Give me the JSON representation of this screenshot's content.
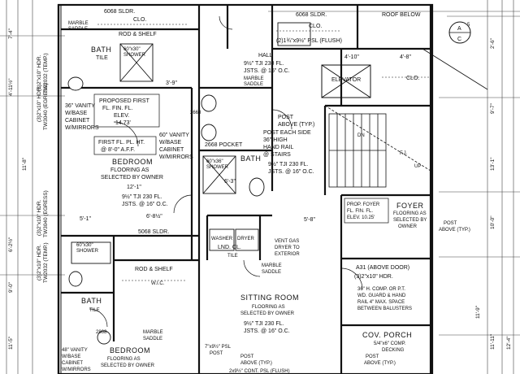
{
  "plan": {
    "rooms": {
      "bedroom_upper": "BEDROOM",
      "bedroom_lower": "BEDROOM",
      "bath_upper": "BATH",
      "bath_center": "BATH",
      "bath_lower": "BATH",
      "hall": "HALL",
      "foyer": "FOYER",
      "sitting_room": "SITTING ROOM",
      "lnd_cl": "LND. CL.",
      "elevator": "ELEVATOR",
      "cov_porch": "COV. PORCH",
      "wic": "W.I.C."
    },
    "notes": {
      "clo_top": "CLO.",
      "clo_hall": "CLO.",
      "clo_right": "CLO.",
      "sldr_top_left": "6068 SLDR.",
      "sldr_top_right": "6068 SLDR.",
      "sldr_mid": "5068 SLDR.",
      "marble_saddle_top": "MARBLE",
      "marble_saddle_top2": "SADDLE",
      "rod_shelf_top": "ROD & SHELF",
      "tile_top": "TILE",
      "shower_top": "60\"x30\"",
      "shower_top2": "SHOWER",
      "vanity_upper_1": "36\" VANITY",
      "vanity_upper_2": "W/BASE",
      "vanity_upper_3": "CABINET",
      "vanity_upper_4": "W/MIRRORS",
      "proposed_1": "PROPOSED FIRST",
      "proposed_2": "FL. FIN. FL.",
      "proposed_3": "ELEV.",
      "proposed_4": "14.73'",
      "first_fl_1": "FIRST FL. PL. HT.",
      "first_fl_2": "@ 8'-0\" A.F.F.",
      "vanity60_1": "60\" VANITY",
      "vanity60_2": "W/BASE",
      "vanity60_3": "CABINET",
      "vanity60_4": "W/MIRRORS",
      "flooring_bed_1": "FLOORING AS",
      "flooring_bed_2": "SELECTED BY OWNER",
      "dim_bed": "12'-1\"",
      "tji_bed_1": "9½\" TJI 230 FL.",
      "tji_bed_2": "JSTS. @ 16\" O.C.",
      "dim_5_1": "5'-1\"",
      "dim_6_8": "6'-8½\"",
      "pocket": "2668 POCKET",
      "shower_center": "60\"x36\"",
      "shower_center2": "SHOWER",
      "dim_6_3": "6'-3\"",
      "washer": "WASHER",
      "dryer": "DRYER",
      "tile_lnd": "TILE",
      "tji_top_1": "9½\" TJI 230 FL.",
      "tji_top_2": "JSTS. @ 16\" O.C.",
      "marble_saddle_hall_1": "MARBLE",
      "marble_saddle_hall_2": "SADDLE",
      "post_above_1": "POST",
      "post_above_2": "ABOVE (TYP.)",
      "psl_flush": "(2)1¾\"x9½\" PSL (FLUSH)",
      "post_each_1": "POST",
      "post_each_2": "ABOVE (TYP.)",
      "post_each_3": "POST EACH SIDE",
      "handrail_1": "36\" HIGH",
      "handrail_2": "HAND RAIL",
      "handrail_3": "@ STAIRS",
      "psl_tji_1": "9½\" TJI 230 FL.",
      "psl_tji_2": "JSTS. @ 16\" O.C.",
      "roof_below": "ROOF BELOW",
      "dim_4_10": "4'-10\"",
      "dim_4_8": "4'-8\"",
      "dim_5_8": "5'-8\"",
      "foyer_prop_1": "PROP. FOYER",
      "foyer_prop_2": "FL. FIN. FL.",
      "foyer_prop_3": "ELEV. 10.25'",
      "foyer_floor_1": "FLOORING AS",
      "foyer_floor_2": "SELECTED BY",
      "foyer_floor_3": "OWNER",
      "post_right_1": "POST",
      "post_right_2": "ABOVE (TYP.)",
      "vent_1": "VENT GAS",
      "vent_2": "DRYER TO",
      "vent_3": "EXTERIOR",
      "marble_sit_1": "MARBLE",
      "marble_sit_2": "SADDLE",
      "sitting_floor_1": "FLOORING AS",
      "sitting_floor_2": "SELECTED BY OWNER",
      "a31": "A31 (ABOVE DOOR)",
      "a31_hdr": "(3)2\"x10\" HDR.",
      "comp_1": "36\" H. COMP. OR P.T.",
      "comp_2": "WD. GUARD & HAND",
      "comp_3": "RAIL 4\" MAX. SPACE",
      "comp_4": "BETWEEN BALUSTERS",
      "shower_lower_1": "60\"x30\"",
      "shower_lower_2": "SHOWER",
      "rod_shelf_lower": "ROD & SHELF",
      "tile_lower": "TILE",
      "marble_lower_1": "MARBLE",
      "marble_lower_2": "SADDLE",
      "door_2868": "2868",
      "door_2668_mid": "2668",
      "vanity_lower_1": "48\" VANITY",
      "vanity_lower_2": "W/BASE",
      "vanity_lower_3": "CABINET",
      "vanity_lower_4": "W/MIRRORS",
      "flooring_lower_1": "FLOORING AS",
      "flooring_lower_2": "SELECTED BY OWNER",
      "psl_lower_1": "7\"x9½\" PSL",
      "psl_lower_2": "POST",
      "post_lower_1": "POST",
      "post_lower_2": "ABOVE (TYP.)",
      "tji_sit_1": "9½\" TJI 230 FL.",
      "tji_sit_2": "JSTS. @ 16\" O.C.",
      "cont_psl": "2x9½\" CONT. PSL (FLUSH)",
      "post_porch_1": "POST",
      "post_porch_2": "ABOVE (TYP.)",
      "comp_deck_1": "5/4\"x6\" COMP.",
      "comp_deck_2": "DECKING",
      "hdr_left_1": "(3)2\"x10\" HDR.",
      "hdr_left_2": "TW3040 (EGRESS)",
      "hdr_left_3": "(3)2\"x10\" HDR.",
      "hdr_left_4": "TW3040 (EGRESS)",
      "hdr_left_5": "(3)2\"x10\" HDR.",
      "hdr_left_6": "TW2032 (TEMP.)",
      "hdr_left_7": "(3)2\"x10\" HDR.",
      "hdr_left_8": "TW2032 (TEMP.)",
      "fj_1": "F.J.",
      "dn_label": "DN",
      "up_label": "UP",
      "dim_13_1": "13'-1\"",
      "dim_10_0": "10'-0\"",
      "dim_11_9": "11'-9\"",
      "dim_11_11": "11'-11\"",
      "dim_12_4": "12'-4\"",
      "dim_9_0": "9'-0\"",
      "dim_6_2": "6'-2½\"",
      "dim_11_8": "11'-8\"",
      "dim_7_4": "7'-4\"",
      "dim_4_11": "4'-11½\"",
      "dim_11_5": "11'-5\"",
      "dim_3_9": "3'-9\"",
      "dim_2_6": "2'-6\"",
      "dim_9_7": "9'-7\"",
      "section_tag_a": "A",
      "section_tag_c": "C",
      "section_tag_5": "5"
    }
  }
}
